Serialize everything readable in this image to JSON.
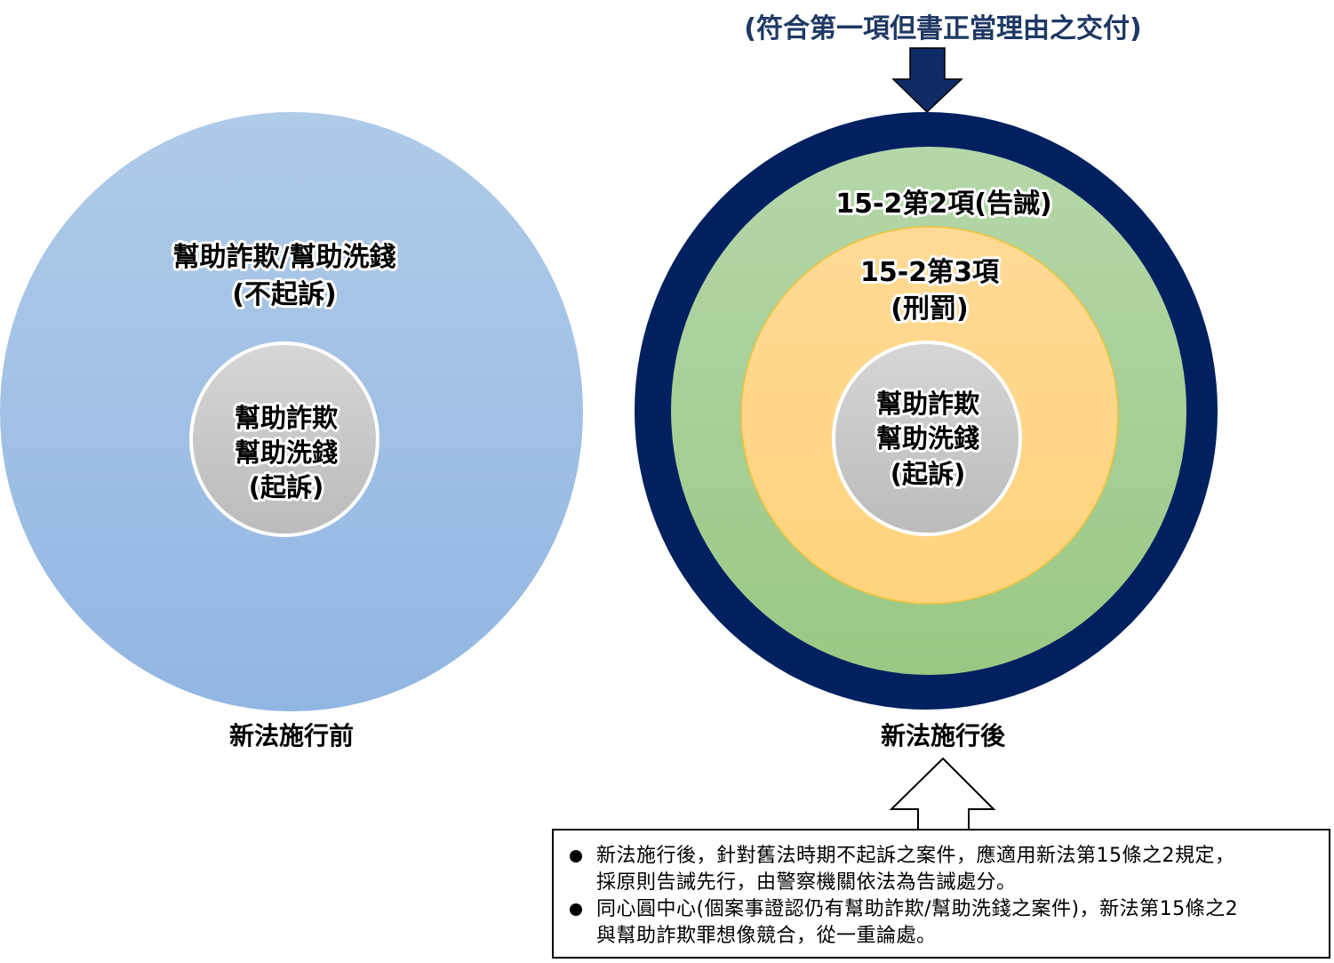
{
  "top_annotation": "(符合第一項但書正當理由之交付)",
  "before": {
    "caption": "新法施行前",
    "outer_label_line1": "幫助詐欺/幫助洗錢",
    "outer_label_line2": "(不起訴)",
    "inner_label_line1": "幫助詐欺",
    "inner_label_line2": "幫助洗錢",
    "inner_label_line3": "(起訴)"
  },
  "after": {
    "caption": "新法施行後",
    "ring2_label": "15-2第2項(告誡)",
    "ring3_label_line1": "15-2第3項",
    "ring3_label_line2": "(刑罰)",
    "inner_label_line1": "幫助詐欺",
    "inner_label_line2": "幫助洗錢",
    "inner_label_line3": "(起訴)"
  },
  "notes": [
    {
      "line1": "新法施行後，針對舊法時期不起訴之案件，應適用新法第15條之2規定，",
      "line2": "採原則告誡先行，由警察機關依法為告誡處分。"
    },
    {
      "line1": "同心圓中心(個案事證認仍有幫助詐欺/幫助洗錢之案件)，新法第15條之2",
      "line2": "與幫助詐欺罪想像競合，從一重論處。"
    }
  ],
  "colors": {
    "light_blue_top": "#B0CBE8",
    "light_blue_bottom": "#92B6E2",
    "navy": "#002060",
    "green_top": "#B4D6A8",
    "green_bottom": "#9CC986",
    "orange_top": "#FFDA95",
    "orange_bottom": "#FFD47E",
    "orange_border": "#F2C135",
    "gray_top": "#D4D4D4",
    "gray_bottom": "#BDBDBD",
    "arrow_fill": "#0F2B66"
  }
}
